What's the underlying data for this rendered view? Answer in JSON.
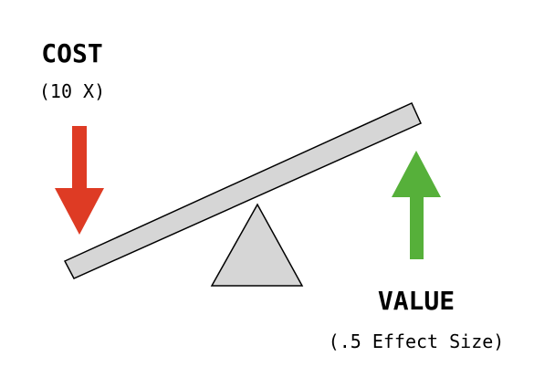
{
  "cost": {
    "title": "COST",
    "subtitle": "(10 X)",
    "arrow_color": "#de3b24",
    "arrow_direction": "down"
  },
  "value": {
    "title": "VALUE",
    "subtitle": "(.5 Effect Size)",
    "arrow_color": "#56b03a",
    "arrow_direction": "up"
  },
  "seesaw": {
    "beam_color": "#d6d6d6",
    "fulcrum_color": "#d6d6d6",
    "outline_color": "#000000",
    "tilt": "left side down"
  }
}
